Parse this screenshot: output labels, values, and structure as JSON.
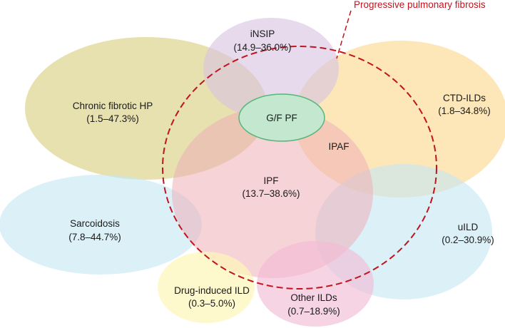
{
  "colors": {
    "ppf_accent": "#c0141f",
    "gf_pf_fill": "#c3e7cf",
    "gf_pf_stroke": "#55b77a"
  },
  "ppf_label": "Progressive pulmonary fibrosis",
  "regions": [
    {
      "id": "chronic-fibrotic-hp",
      "name": "Chronic fibrotic HP",
      "range": "(1.5–47.3%)",
      "fill": "#d9cd7e"
    },
    {
      "id": "inisp",
      "name": "iNSIP",
      "range": "(14.9–36.0%)",
      "fill": "#d8c4e2"
    },
    {
      "id": "ctd-ilds",
      "name": "CTD-ILDs",
      "range": "(1.8–34.8%)",
      "fill": "#fbd98e"
    },
    {
      "id": "sarcoidosis",
      "name": "Sarcoidosis",
      "range": "(7.8–44.7%)",
      "fill": "#c6e6f3"
    },
    {
      "id": "uild",
      "name": "uILD",
      "range": "(0.2–30.9%)",
      "fill": "#c6e6f3"
    },
    {
      "id": "ipf",
      "name": "IPF",
      "range": "(13.7–38.6%)",
      "fill": "#efaeb7"
    },
    {
      "id": "drug-induced-ild",
      "name": "Drug-induced ILD",
      "range": "(0.3–5.0%)",
      "fill": "#fdf6b8"
    },
    {
      "id": "other-ilds",
      "name": "Other ILDs",
      "range": "(0.7–18.9%)",
      "fill": "#f2b9d4"
    }
  ],
  "ipaf_label": "IPAF",
  "gf_pf_label": "G/F PF"
}
